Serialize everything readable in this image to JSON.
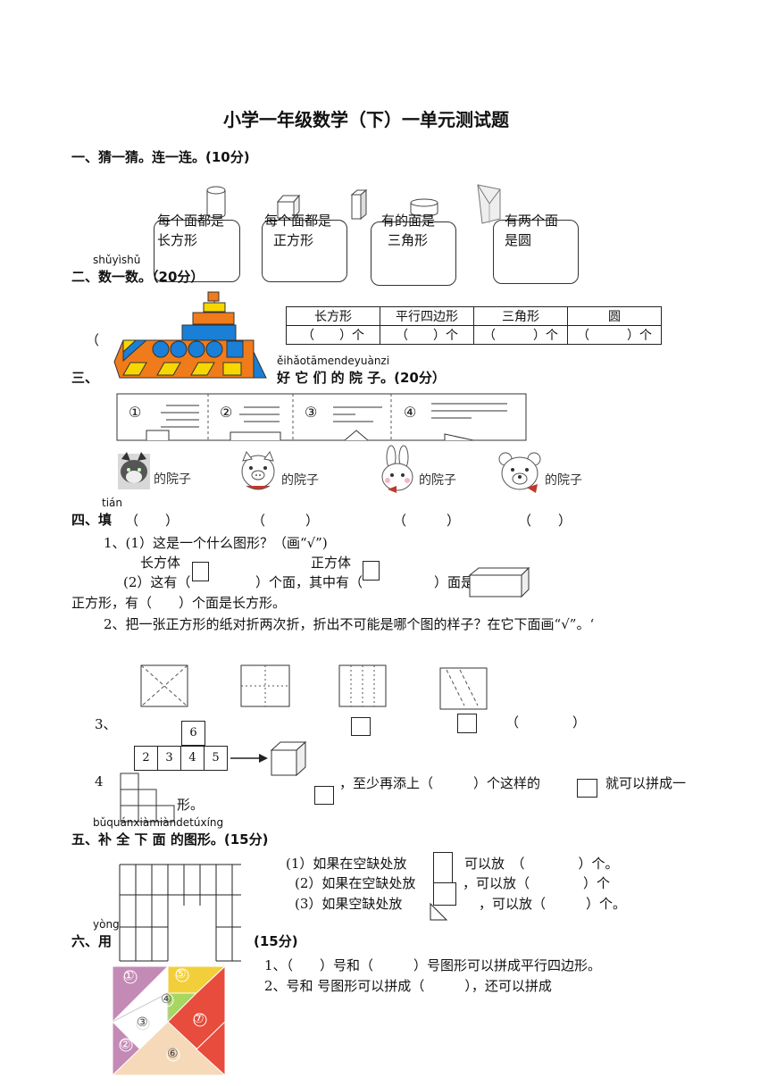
{
  "title": "小学一年级数学（下）一单元测试题",
  "s1": {
    "heading": "一、猜一猜。连一连。(10分)",
    "cards": [
      {
        "l1": "每个面都是",
        "l2": "长方形"
      },
      {
        "l1": "每个面都是",
        "l2": "正方形"
      },
      {
        "l1": "有的面是",
        "l2": "三角形"
      },
      {
        "l1": "有两个面",
        "l2": "是圆"
      }
    ]
  },
  "s2": {
    "pinyin": "shǔyìshǔ",
    "heading": "二、数一数。（20分）",
    "paren": "（",
    "headers": [
      "长方形",
      "平行四边形",
      "三角形",
      "圆"
    ],
    "cells": [
      "（　　）个",
      "（　　）个",
      "（　　　）个",
      "（　　　）个"
    ]
  },
  "s3": {
    "pinyin": "ěihǎotāmendeyuànzi",
    "heading_prefix": "三、",
    "heading_rest": "好 它 们 的 院 子。(20分）",
    "nums": [
      "①",
      "②",
      "③",
      "④"
    ],
    "yards": [
      "的院子",
      "的院子",
      "的院子",
      "的院子"
    ]
  },
  "s4": {
    "pinyin": "tián",
    "heading": "四、填",
    "answer_parens": [
      "（　　）",
      "（　　　）",
      "（　　　）",
      "（　　）"
    ],
    "q1a": "1、(1）这是一个什么图形？（画“√”)",
    "opt_a": "长方体",
    "opt_b": "正方体",
    "q1b_1": "(2）这有（",
    "q1b_2": "）个面，其中有（",
    "q1b_3": "）面是",
    "q1b_4": "正方形，有（　　）个面是长方形。",
    "q2": "2、把一张正方形的纸对折两次折，折出不可能是哪个图的样子？在它下面画“√”。‘",
    "q3": "3、",
    "q3_paren": "（　　　　）",
    "net": [
      "6",
      "2",
      "3",
      "4",
      "5"
    ],
    "q4": "4",
    "q4_text": "，至少再添上（　　　）个这样的",
    "q4_tail": "就可以拼成一",
    "q4_end": "形。"
  },
  "s5": {
    "pinyin": "bǔquánxiàmiàndetúxíng",
    "heading": "五、补 全 下 面 的图形。(15分)",
    "l1_a": "(1）如果在空缺处放",
    "l1_b": "可以放　（　　　　）个。",
    "l2_a": "(2）如果在空缺处放",
    "l2_b": "，可以放（　　　　）个",
    "l3_a": "(3）如果空缺处放",
    "l3_b": "，可以放（　　　）个。"
  },
  "s6": {
    "pinyin": "yòng",
    "heading_prefix": "六、用",
    "heading_rest": "(15分)",
    "q1": "1、（　　）号和（　　　）号图形可以拼成平行四边形。",
    "q2": "2、号和  号图形可以拼成（　　　），还可以拼成",
    "pieces": [
      "①",
      "⑤",
      "④",
      "③",
      "⑦",
      "②",
      "⑥"
    ]
  }
}
